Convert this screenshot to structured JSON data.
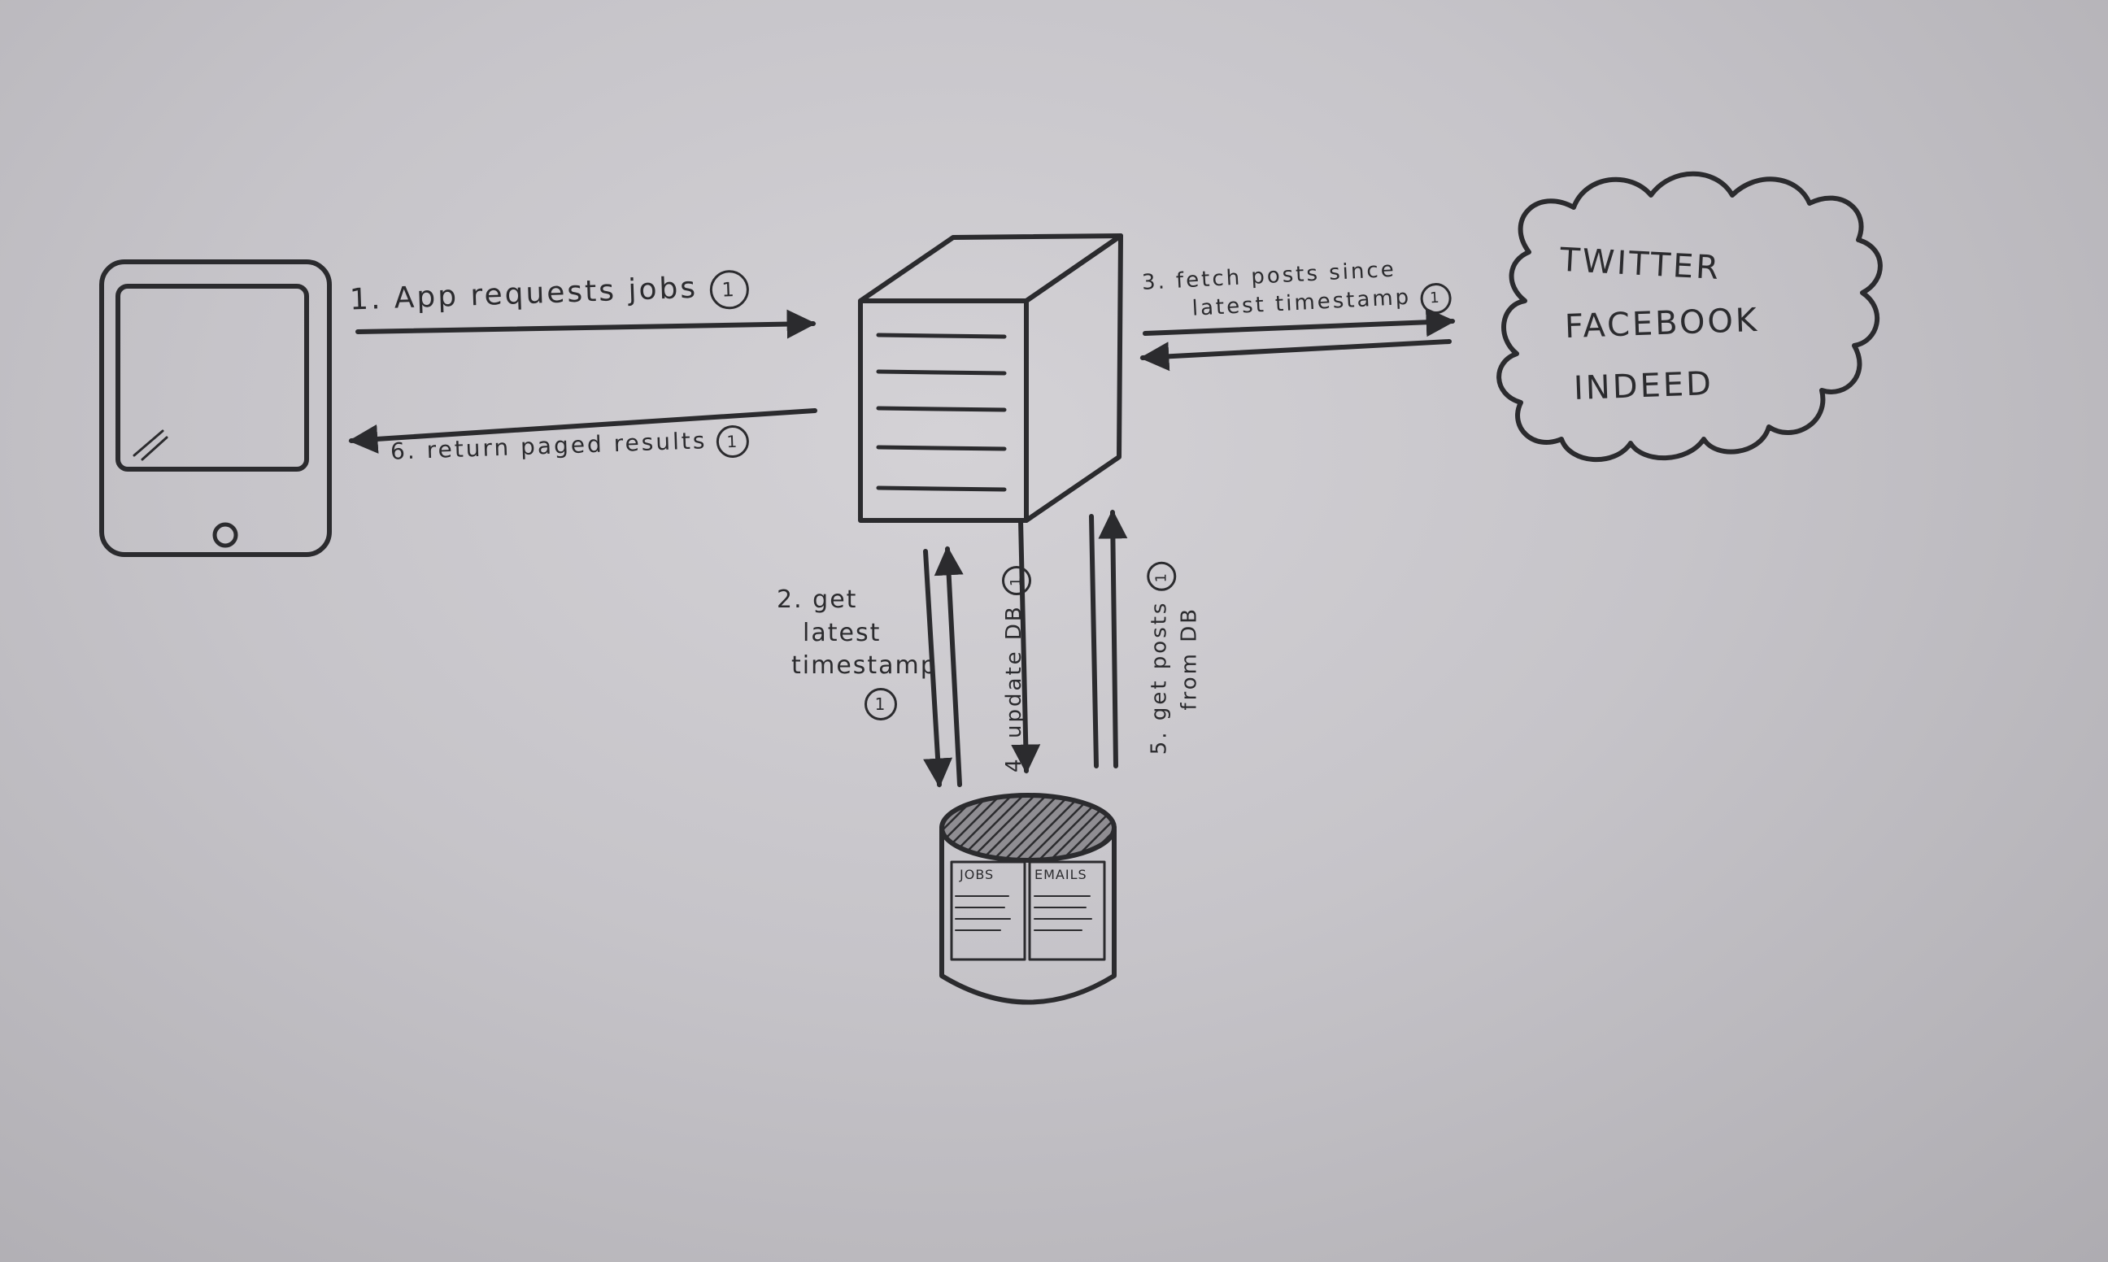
{
  "labels": {
    "step1": "1. App requests jobs",
    "step2": [
      "2. get",
      "latest",
      "timestamp"
    ],
    "step3": [
      "3. fetch posts since",
      "latest timestamp"
    ],
    "step4": "4. update DB",
    "step5": [
      "5. get posts",
      "from DB"
    ],
    "step6": "6. return paged results",
    "marker": "1"
  },
  "sources": [
    "TWITTER",
    "FACEBOOK",
    "INDEED"
  ],
  "db_tables": [
    "JOBS",
    "EMAILS"
  ]
}
